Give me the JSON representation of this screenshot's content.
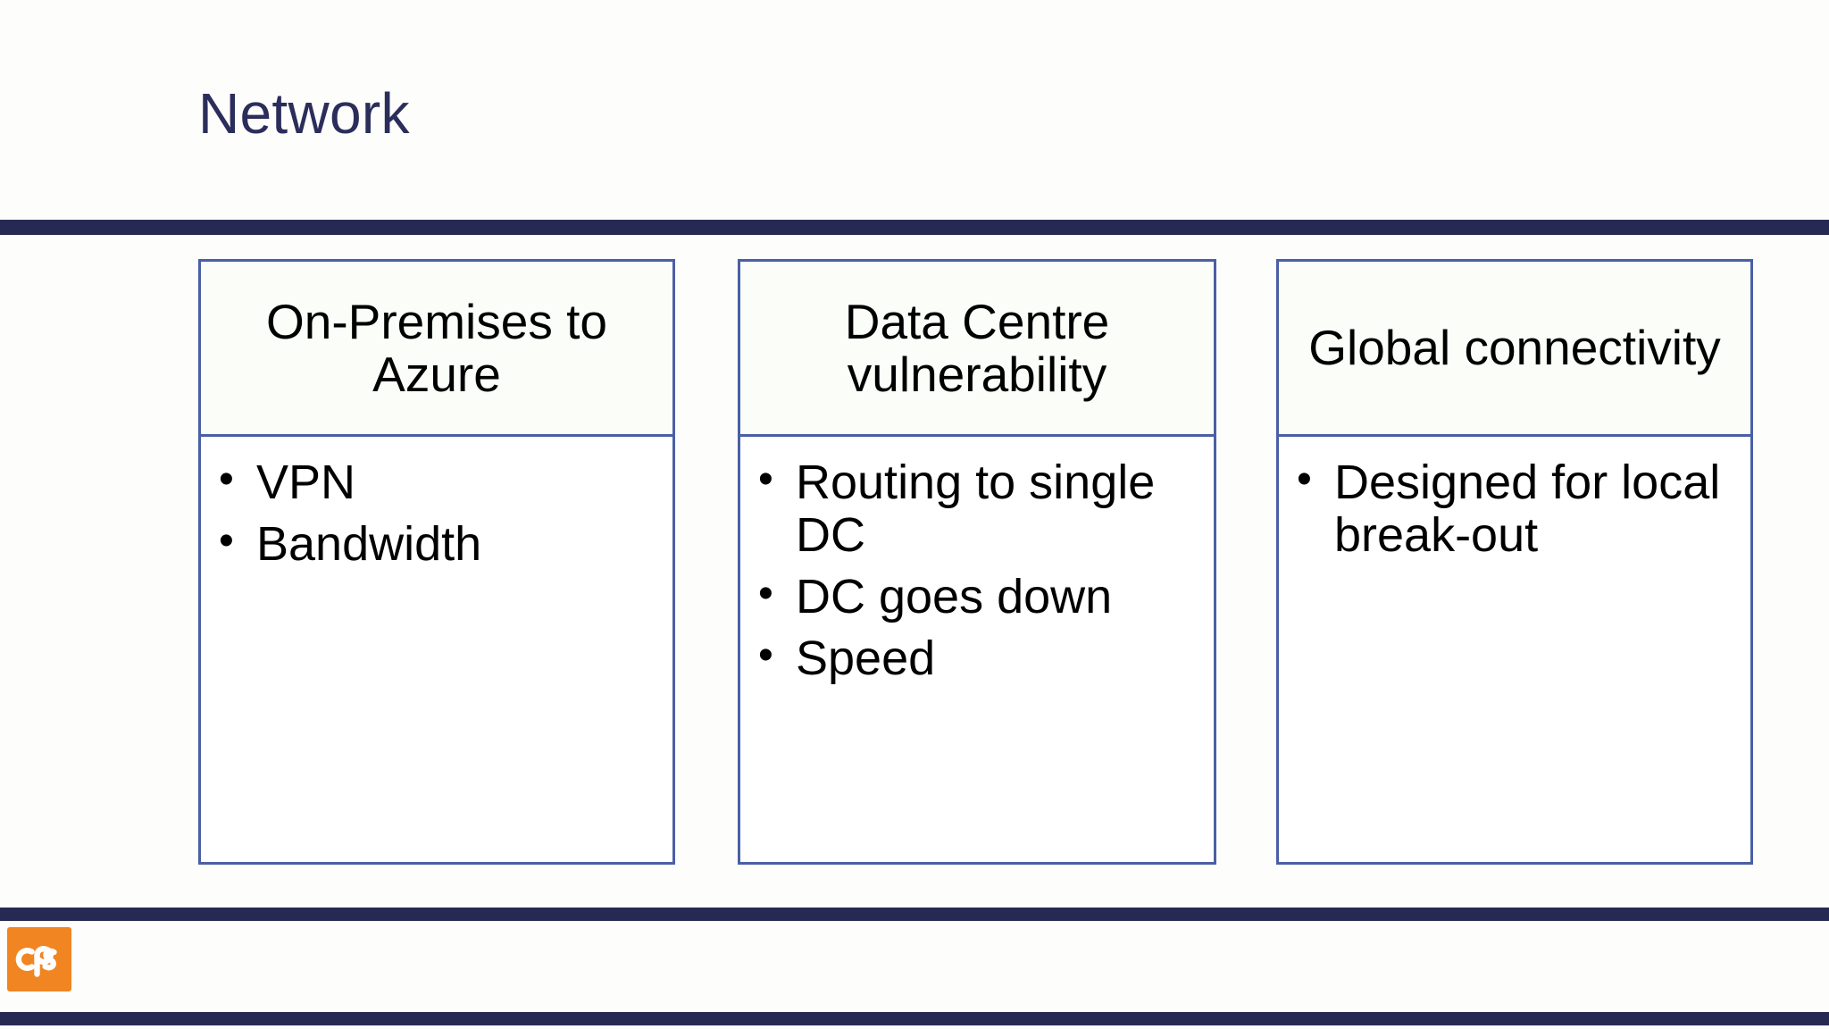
{
  "slide": {
    "title": "Network",
    "title_color": "#2b2d5b",
    "accent_bar_color": "#262a52",
    "table_border_color": "#4a5fa5",
    "logo": {
      "name": "cps-logo",
      "text": "cps",
      "background_color": "#f08522",
      "mark_color": "#ffffff"
    }
  },
  "columns": [
    {
      "header": "On-Premises to Azure",
      "bullets": [
        "VPN",
        "Bandwidth"
      ]
    },
    {
      "header": "Data Centre vulnerability",
      "bullets": [
        "Routing to single DC",
        "DC goes down",
        "Speed"
      ]
    },
    {
      "header": "Global connectivity",
      "bullets": [
        "Designed for local break-out"
      ]
    }
  ]
}
